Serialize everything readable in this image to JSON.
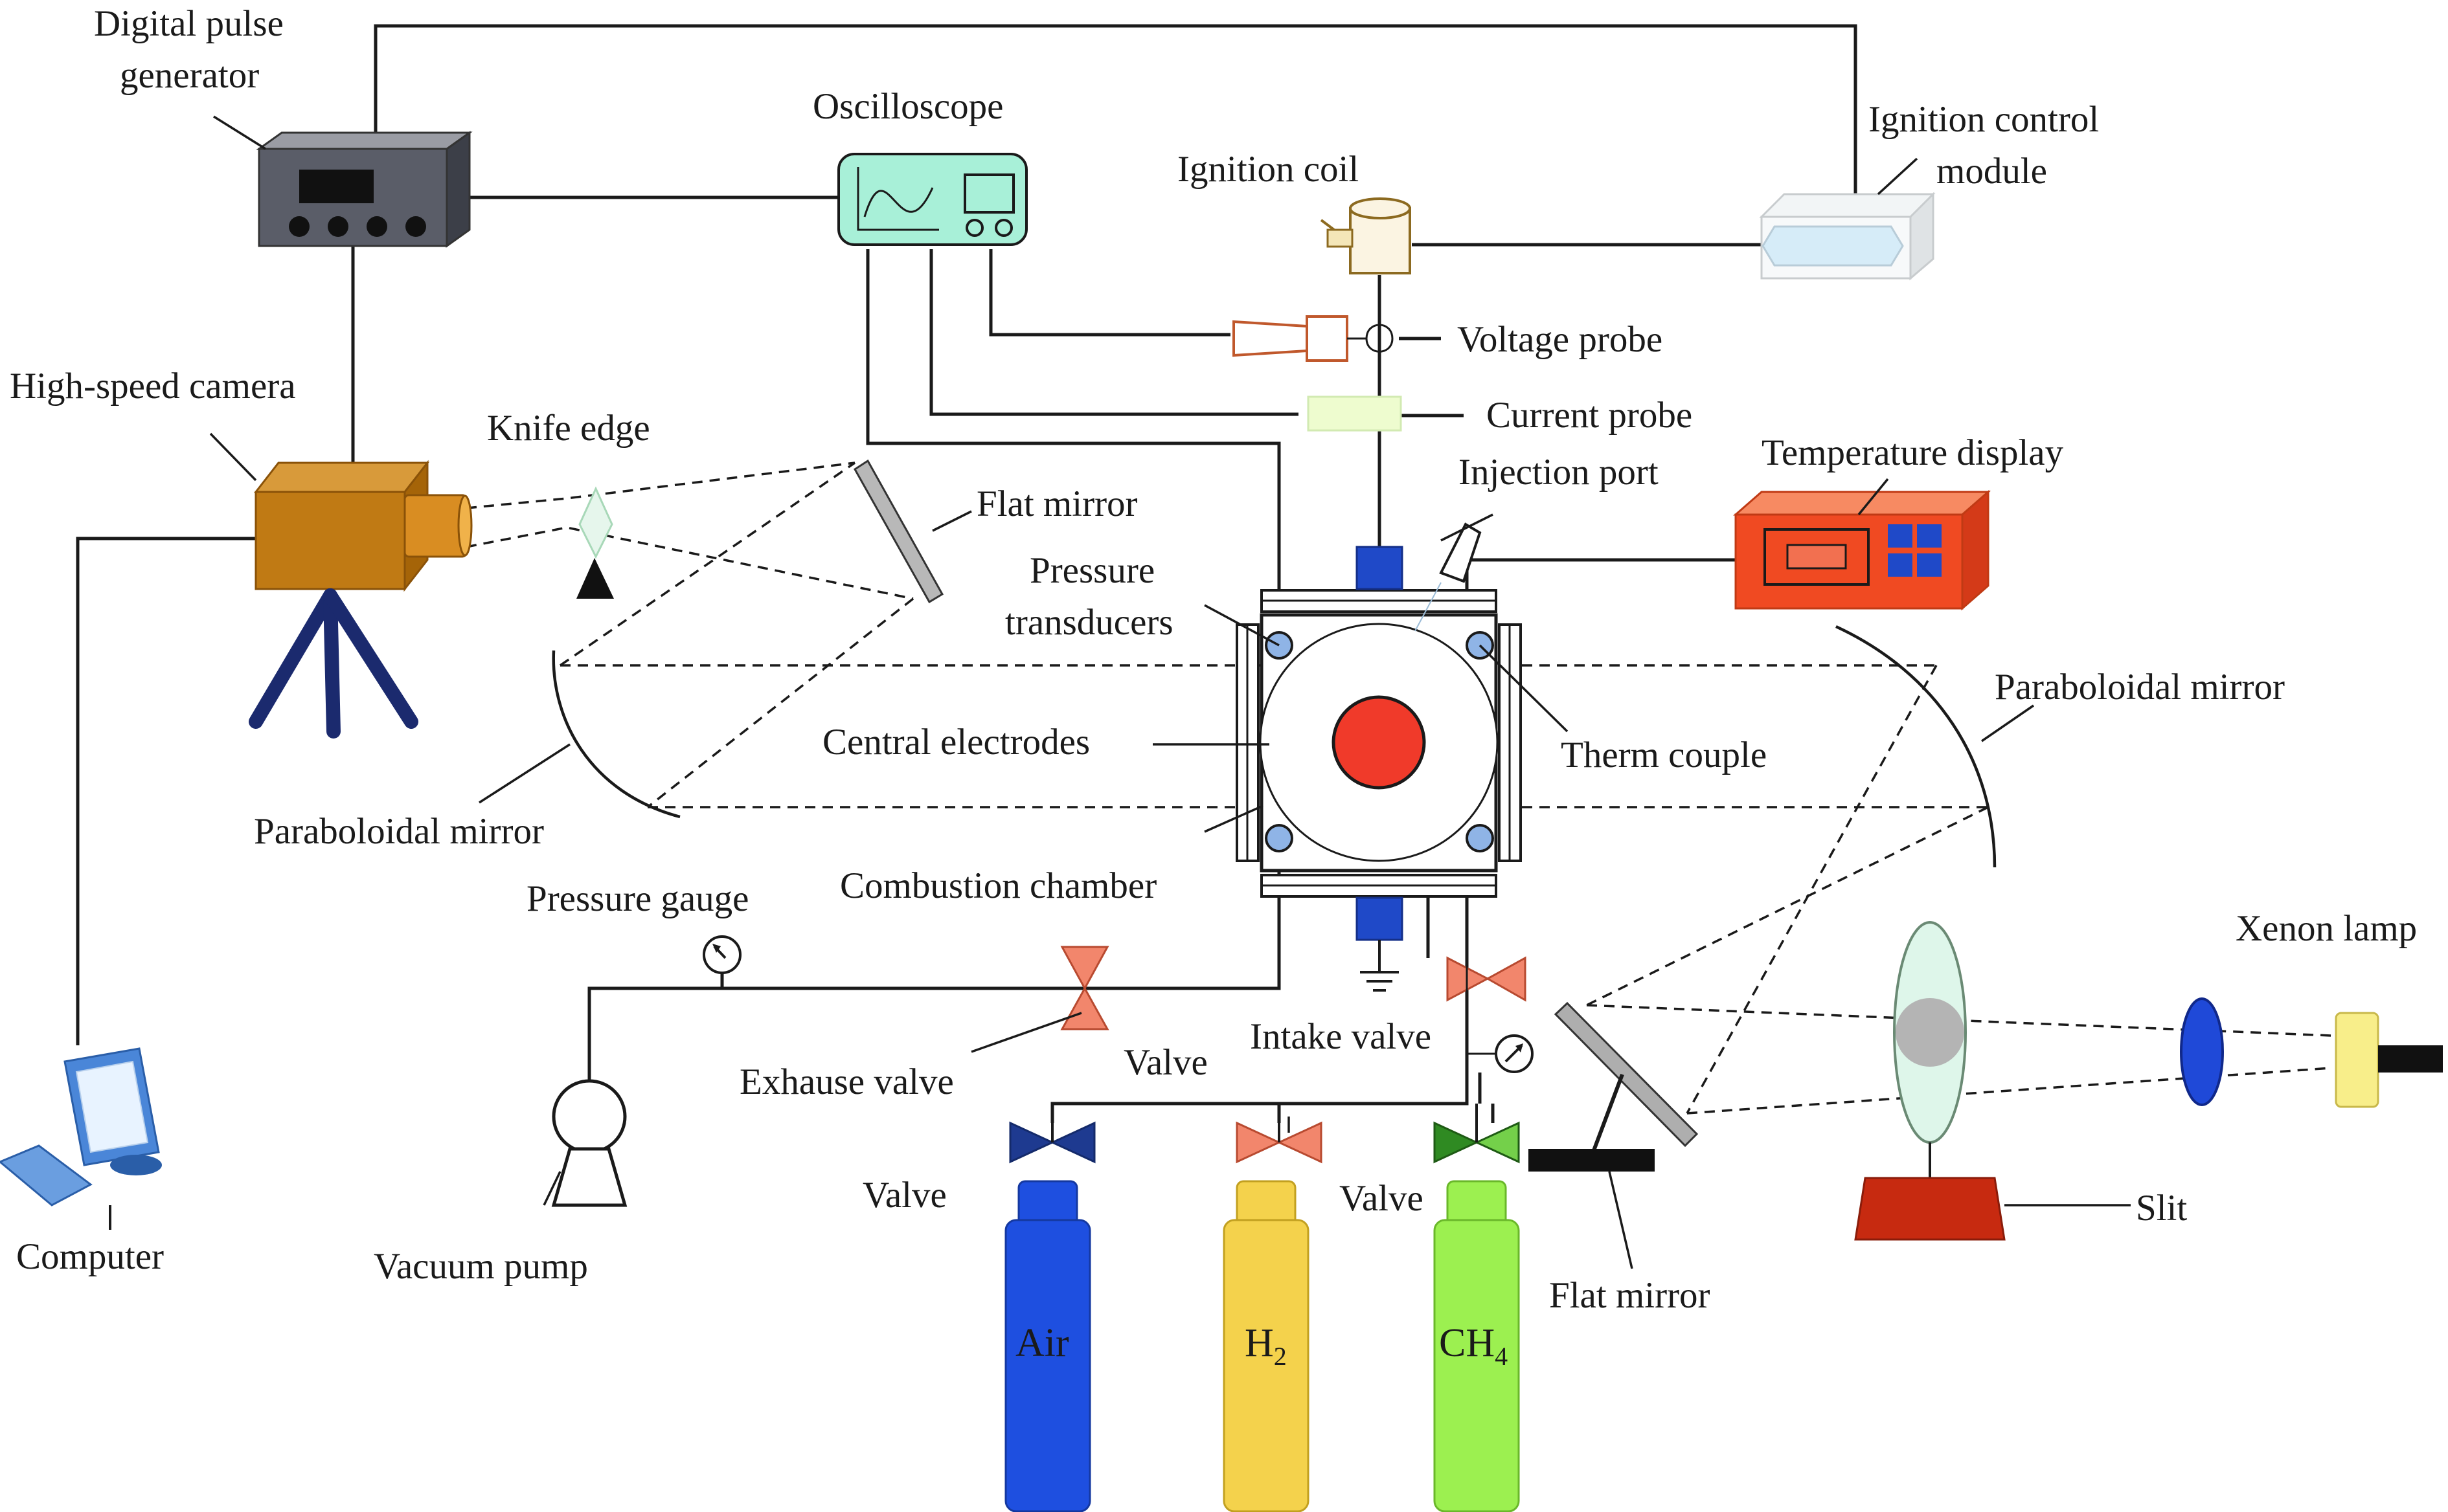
{
  "labels": {
    "digital_pulse_generator": [
      "Digital pulse",
      "generator"
    ],
    "oscilloscope": "Oscilloscope",
    "ignition_control_module": [
      "Ignition control",
      "module"
    ],
    "ignition_coil": "Ignition coil",
    "voltage_probe": "Voltage probe",
    "current_probe": "Current probe",
    "injection_port": "Injection port",
    "temperature_display": "Temperature display",
    "high_speed_camera": "High-speed camera",
    "knife_edge": "Knife edge",
    "flat_mirror_top": "Flat mirror",
    "pressure_transducers": [
      "Pressure",
      "transducers"
    ],
    "central_electrodes": "Central electrodes",
    "therm_couple": "Therm couple",
    "paraboloidal_mirror_left": "Paraboloidal mirror",
    "paraboloidal_mirror_right": "Paraboloidal mirror",
    "combustion_chamber": "Combustion chamber",
    "pressure_gauge": "Pressure gauge",
    "exhaust_valve": "Exhause valve",
    "intake_valve": "Intake valve",
    "valve_middle": "Valve",
    "valve_air": "Valve",
    "valve_ch4": "Valve",
    "vacuum_pump": "Vacuum pump",
    "computer": "Computer",
    "flat_mirror_bottom": "Flat mirror",
    "xenon_lamp": "Xenon lamp",
    "slit": "Slit"
  },
  "cylinders": {
    "air": {
      "label": "Air",
      "sub": ""
    },
    "h2": {
      "label": "H",
      "sub": "2"
    },
    "ch4": {
      "label": "CH",
      "sub": "4"
    }
  },
  "colors": {
    "line": "#1a1a1a",
    "pulse_generator_body": "#5a5d68",
    "oscilloscope_body": "#a8f0d8",
    "camera_body": "#c07a14",
    "temperature_display_body": "#f04a22",
    "electrode_red": "#f03a2a",
    "transducer_blue": "#8fb4e6",
    "feedthrough_blue": "#1f49c8",
    "exhaust_valve": "#f2866c",
    "air_cylinder": "#1e4fe0",
    "h2_cylinder": "#f4d24c",
    "ch4_cylinder": "#9cf050",
    "slit_base": "#c72a10",
    "lens_fill": "#def6ea",
    "xenon_lamp_body": "#f8ee8a"
  }
}
